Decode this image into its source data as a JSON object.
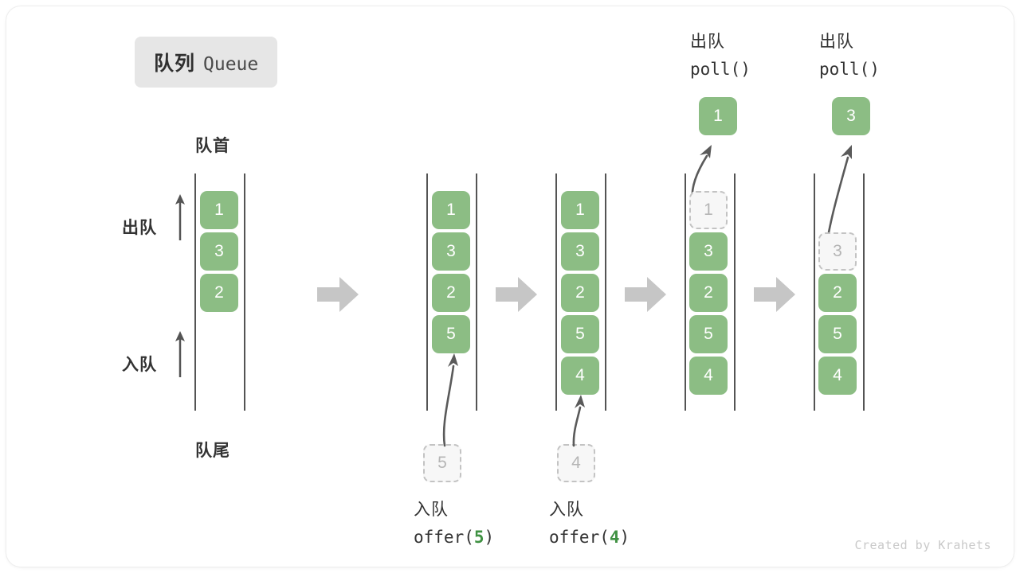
{
  "title": {
    "cn": "队列",
    "en": "Queue"
  },
  "labels": {
    "head": "队首",
    "tail": "队尾",
    "dequeue": "出队",
    "enqueue": "入队"
  },
  "footer": "Created by Krahets",
  "colors": {
    "element_green": "#8cbd84",
    "ghost_fill": "#f7f7f7",
    "ghost_border": "#c3c3c3",
    "rail": "#545454",
    "separator_arrow": "#c6c6c6",
    "text_dark": "#333333",
    "accent_number": "#3f9142",
    "chip_bg": "#e6e6e6"
  },
  "steps": [
    {
      "id": "initial",
      "op_line1": "",
      "op_line2": "",
      "op_number": "",
      "elements": [
        "1",
        "3",
        "2"
      ],
      "ghost": null,
      "popped": null,
      "incoming": null
    },
    {
      "id": "offer-5",
      "op_line1": "入队",
      "op_line2_prefix": "offer(",
      "op_number": "5",
      "op_line2_suffix": ")",
      "elements": [
        "1",
        "3",
        "2",
        "5"
      ],
      "ghost": null,
      "popped": null,
      "incoming": "5"
    },
    {
      "id": "offer-4",
      "op_line1": "入队",
      "op_line2_prefix": "offer(",
      "op_number": "4",
      "op_line2_suffix": ")",
      "elements": [
        "1",
        "3",
        "2",
        "5",
        "4"
      ],
      "ghost": null,
      "popped": null,
      "incoming": "4"
    },
    {
      "id": "poll-1",
      "op_line1": "出队",
      "op_line2_prefix": "poll(",
      "op_number": "",
      "op_line2_suffix": ")",
      "elements": [
        "3",
        "2",
        "5",
        "4"
      ],
      "ghost": "1",
      "popped": "1",
      "incoming": null
    },
    {
      "id": "poll-3",
      "op_line1": "出队",
      "op_line2_prefix": "poll(",
      "op_number": "",
      "op_line2_suffix": ")",
      "elements": [
        "2",
        "5",
        "4"
      ],
      "ghost": "3",
      "popped": "3",
      "incoming": null
    }
  ],
  "separators": 4
}
